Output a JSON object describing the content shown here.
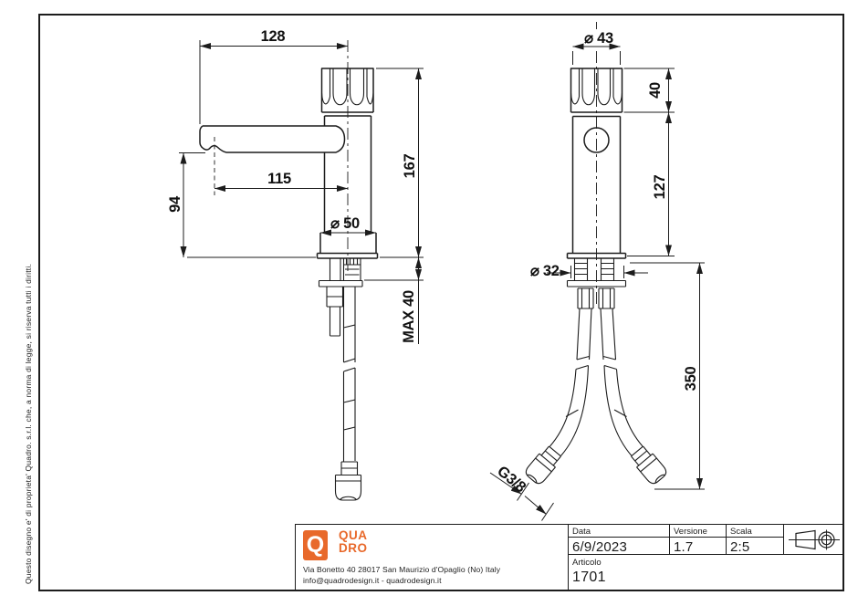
{
  "drawing": {
    "legal_notice": "Questo disegno e' di proprieta' Quadro. s.r.l. che, a norma di legge, si riserva tutti i diritti.",
    "views": {
      "front": {
        "dims": {
          "overall_width": "128",
          "overall_height": "167",
          "spout_reach": "115",
          "spout_height": "94",
          "base_diameter": "⌀ 50",
          "max_mounting_thickness": "MAX 40"
        }
      },
      "side": {
        "dims": {
          "cap_diameter": "⌀ 43",
          "cap_height": "40",
          "body_height": "127",
          "shank_diameter": "⌀ 32",
          "hose_length": "350",
          "thread_size": "G3/8"
        }
      }
    }
  },
  "title_block": {
    "logo": {
      "mark_letter": "Q",
      "word_line1": "QUA",
      "word_line2": "DRO"
    },
    "address_line1": "Via Bonetto 40  28017 San Maurizio d'Opaglio (No) Italy",
    "address_line2": "info@quadrodesign.it  -  quadrodesign.it",
    "fields": [
      {
        "label": "Data",
        "value": "6/9/2023"
      },
      {
        "label": "Versione",
        "value": "1.7"
      },
      {
        "label": "Scala",
        "value": "2:5"
      },
      {
        "label": "Articolo",
        "value": "1701"
      }
    ],
    "colors": {
      "accent_orange": "#E8692B",
      "line_black": "#1C1C1C"
    }
  }
}
